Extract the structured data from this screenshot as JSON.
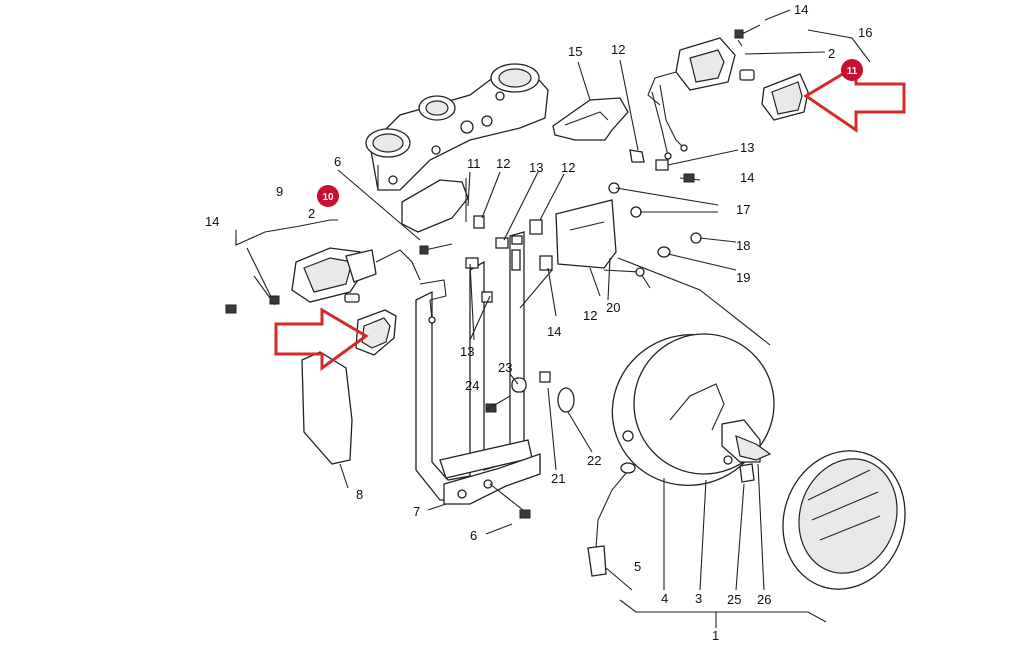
{
  "labels": {
    "l14_top": "14",
    "l16": "16",
    "l2_top": "2",
    "l15": "15",
    "l12_top": "12",
    "l13_right": "13",
    "l14_right": "14",
    "l6_top": "6",
    "l11": "11",
    "l12_mid_a": "12",
    "l13_mid": "13",
    "l12_mid_b": "12",
    "l17": "17",
    "l18": "18",
    "l19": "19",
    "l9": "9",
    "l2_left": "2",
    "l14_left": "14",
    "l14_center": "14",
    "l12_center": "12",
    "l20": "20",
    "l13_left": "13",
    "l23": "23",
    "l24": "24",
    "l22": "22",
    "l21": "21",
    "l8": "8",
    "l7": "7",
    "l6_bottom": "6",
    "l5": "5",
    "l4": "4",
    "l3": "3",
    "l25": "25",
    "l26": "26",
    "l1": "1"
  },
  "badges": {
    "badge_left": "10",
    "badge_right": "11"
  },
  "colors": {
    "annotation_red": "#d62a2a",
    "badge_red": "#c8102e",
    "line": "#222222"
  },
  "icons": {
    "arrow_left": "right-pointing-arrow",
    "arrow_right": "left-pointing-arrow"
  }
}
